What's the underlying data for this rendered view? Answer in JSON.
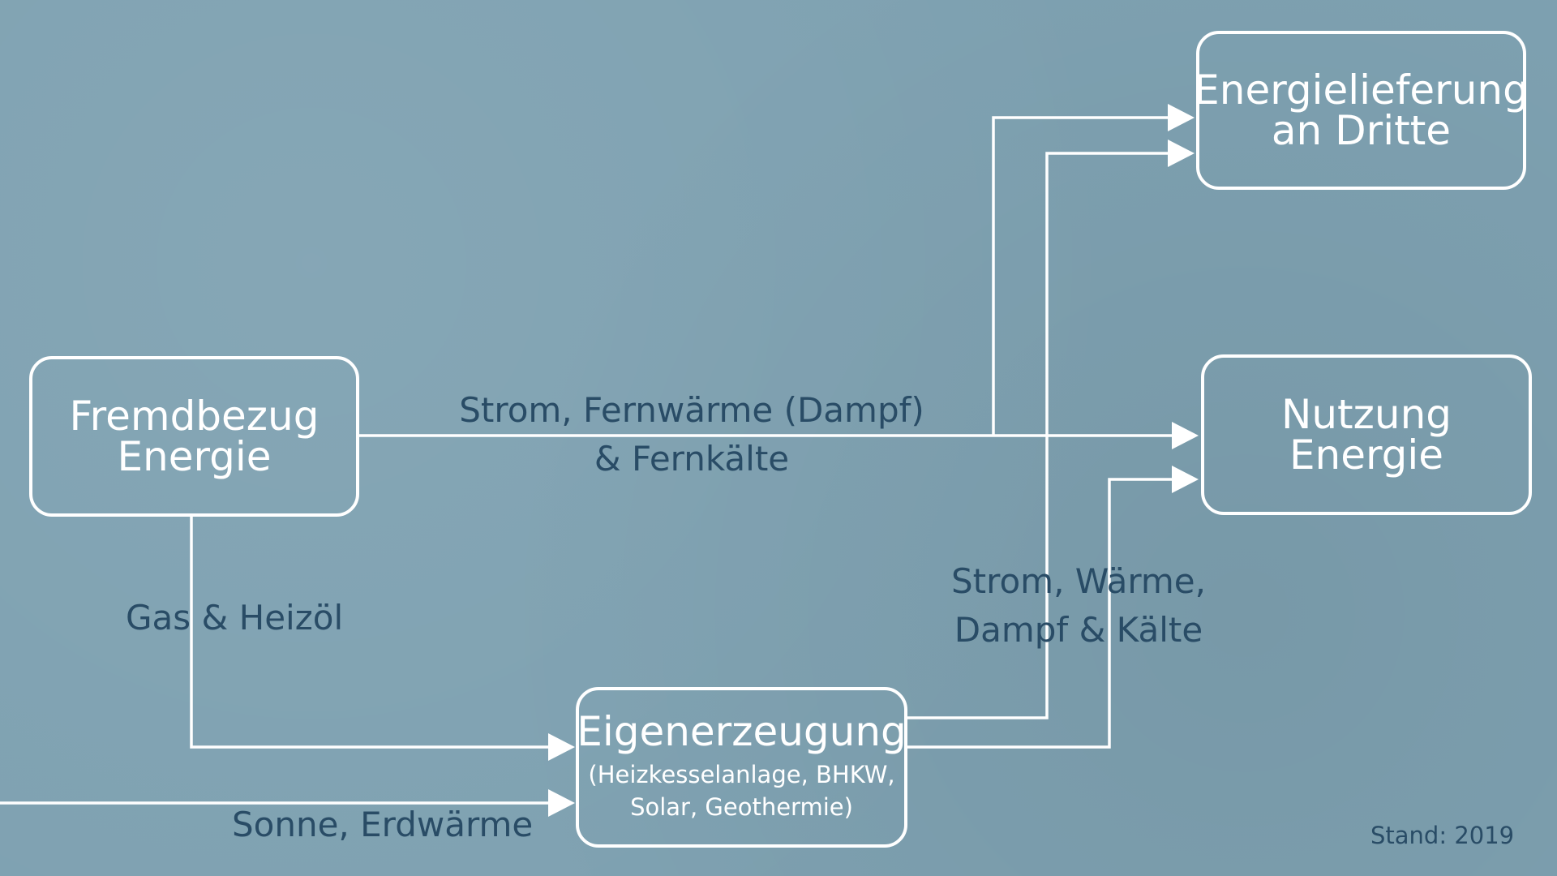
{
  "boxes": {
    "fremdbezug": {
      "line1": "Fremdbezug",
      "line2": "Energie"
    },
    "energielieferung": {
      "line1": "Energielieferung",
      "line2": "an Dritte"
    },
    "nutzung": {
      "line1": "Nutzung",
      "line2": "Energie"
    },
    "eigenerzeugung": {
      "title": "Eigenerzeugung",
      "sub1": "(Heizkesselanlage, BHKW,",
      "sub2": "Solar, Geothermie)"
    }
  },
  "labels": {
    "strom_fernwaerme": {
      "line1": "Strom, Fernwärme (Dampf)",
      "line2": "& Fernkälte"
    },
    "gas_heizoel": "Gas & Heizöl",
    "strom_waerme": {
      "line1": "Strom, Wärme,",
      "line2": "Dampf & Kälte"
    },
    "sonne_erdwaerme": "Sonne, Erdwärme"
  },
  "stand": "Stand: 2019",
  "colors": {
    "background": "#7ea1b1",
    "box_border": "#ffffff",
    "label_text": "#294c66"
  }
}
